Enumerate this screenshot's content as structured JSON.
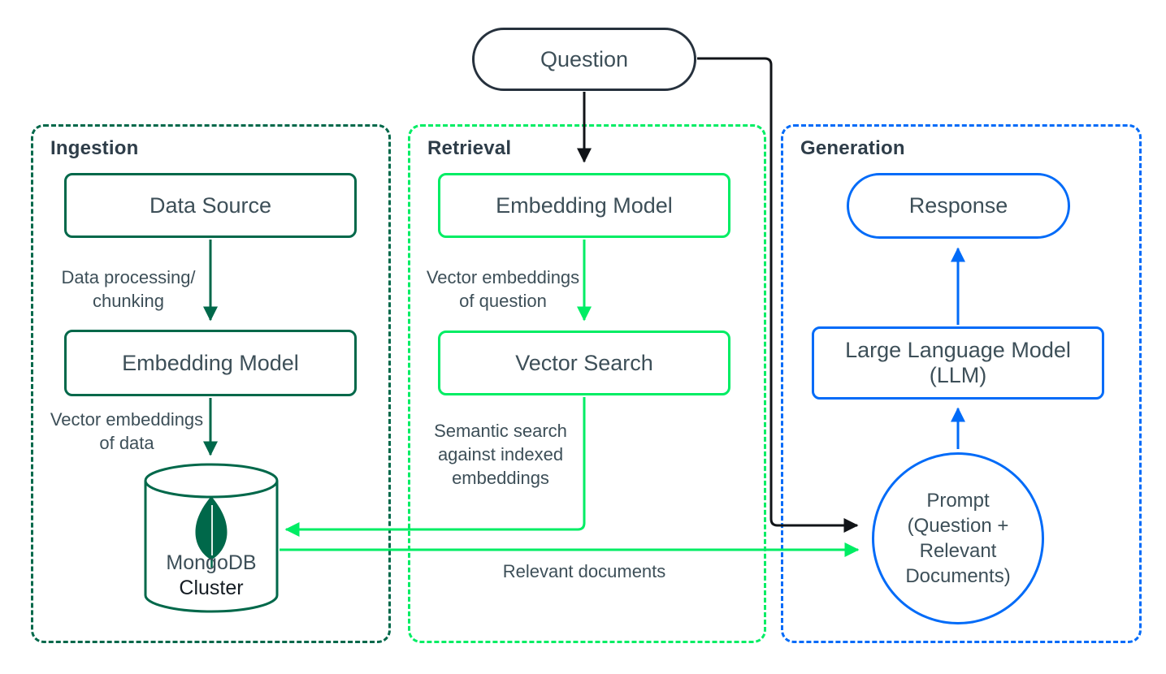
{
  "colors": {
    "bg": "#FFFFFF",
    "forest": "#00684A",
    "bright": "#00ED64",
    "blue": "#016BF8",
    "ink": "#111418",
    "pill_border": "#26313D",
    "title": "#2E3D49",
    "text": "#3D4F58",
    "cluster_text": "#151C23"
  },
  "zones": {
    "ingestion": {
      "title": "Ingestion"
    },
    "retrieval": {
      "title": "Retrieval"
    },
    "generation": {
      "title": "Generation"
    }
  },
  "nodes": {
    "question": "Question",
    "data_source": "Data Source",
    "embedding_ingestion": "Embedding Model",
    "embedding_retrieval": "Embedding Model",
    "vector_search": "Vector Search",
    "response": "Response",
    "llm": "Large Language Model (LLM)",
    "prompt": "Prompt\n(Question +\nRelevant\nDocuments)",
    "cluster_line1": "MongoDB",
    "cluster_line2": "Cluster"
  },
  "annotations": {
    "data_processing": "Data processing/\nchunking",
    "embeddings_of_data": "Vector embeddings\nof data",
    "embeddings_of_question": "Vector embeddings\nof question",
    "semantic_search": "Semantic search\nagainst indexed\nembeddings",
    "relevant_documents": "Relevant documents"
  },
  "icons": {
    "database": "database-cylinder-icon",
    "leaf": "mongodb-leaf-icon"
  }
}
